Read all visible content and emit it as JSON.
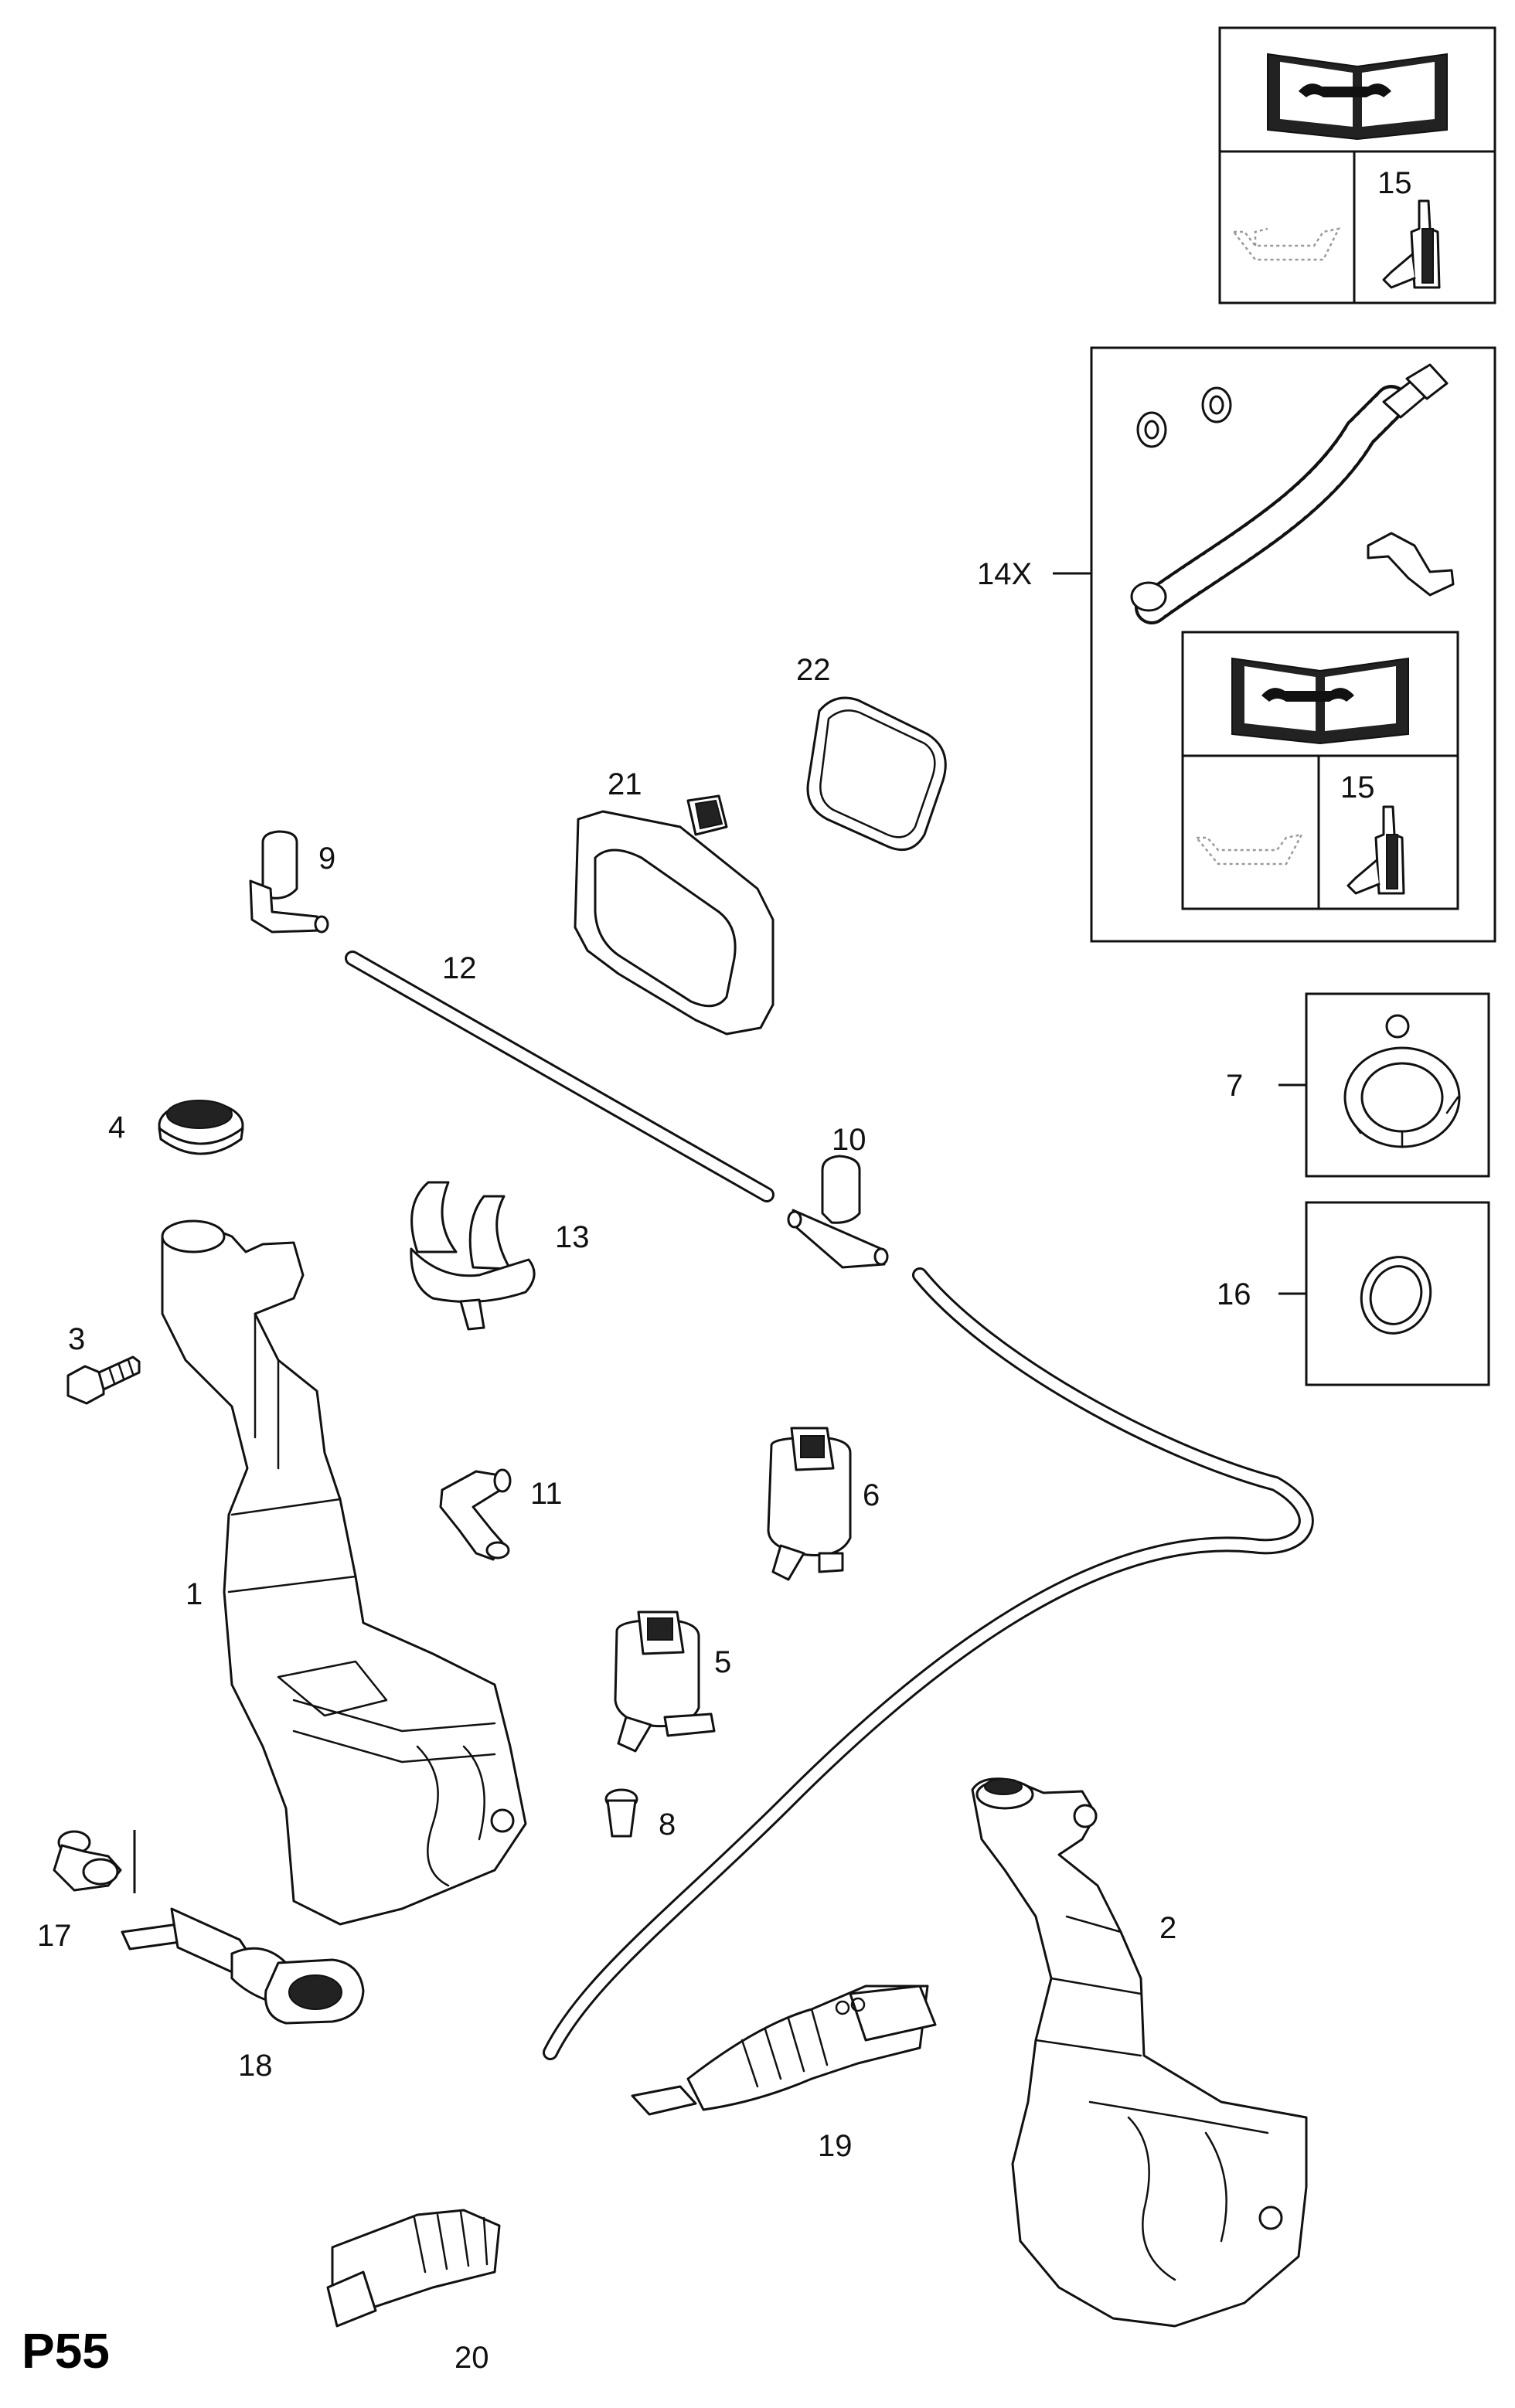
{
  "page": {
    "code": "P55"
  },
  "labels": {
    "l1": "1",
    "l2": "2",
    "l3": "3",
    "l4": "4",
    "l5": "5",
    "l6": "6",
    "l7": "7",
    "l8": "8",
    "l9": "9",
    "l10": "10",
    "l11": "11",
    "l12": "12",
    "l13": "13",
    "l14": "14X",
    "l15a": "15",
    "l15b": "15",
    "l16": "16",
    "l17": "17",
    "l18": "18",
    "l19": "19",
    "l20": "20",
    "l21": "21",
    "l22": "22"
  },
  "icons": [
    "repair-manual-icon",
    "oil-can-icon",
    "sealant-bottle-icon"
  ]
}
